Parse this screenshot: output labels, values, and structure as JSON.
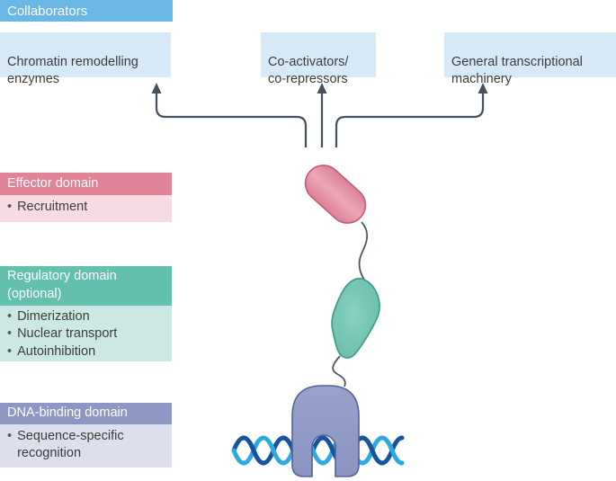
{
  "palette": {
    "collab_bar_bg": "#68b7e5",
    "collab_box_bg": "#d7e9f7",
    "effector_header_bg": "#e08399",
    "effector_body_bg": "#f6dce2",
    "regulatory_header_bg": "#63bfae",
    "regulatory_body_bg": "#cde8e2",
    "dna_header_bg": "#8d97c3",
    "dna_body_bg": "#dddfed",
    "header_text": "#ffffff",
    "body_text": "#3d3d3d",
    "arrow": "#44515c",
    "linker": "#4a5661",
    "capsule_fill": "#db8098",
    "capsule_fill_light": "#efa6b7",
    "capsule_stroke": "#bd5c76",
    "bean_fill": "#62bba9",
    "bean_fill_light": "#89d1c1",
    "bean_stroke": "#3e9788",
    "domain_fill": "#8a94c1",
    "domain_fill_light": "#99a2cb",
    "domain_stroke": "#566397",
    "dna_light": "#2ca9e1",
    "dna_dark": "#17549f"
  },
  "collaborators": {
    "header": "Collaborators",
    "boxes": [
      {
        "label": "Chromatin remodelling\nenzymes"
      },
      {
        "label": "Co-activators/\nco-repressors"
      },
      {
        "label": "General transcriptional\nmachinery"
      }
    ]
  },
  "domains": {
    "effector": {
      "title": "Effector domain",
      "bullets": [
        "Recruitment"
      ]
    },
    "regulatory": {
      "title": "Regulatory domain\n(optional)",
      "bullets": [
        "Dimerization",
        "Nuclear transport",
        "Autoinhibition"
      ]
    },
    "dna_binding": {
      "title": "DNA-binding domain",
      "bullets": [
        "Sequence-specific recognition"
      ]
    }
  },
  "diagram": {
    "shapes": [
      "effector-domain-capsule",
      "regulatory-domain-bean",
      "dna-binding-domain-clamp",
      "dna-double-helix"
    ]
  }
}
